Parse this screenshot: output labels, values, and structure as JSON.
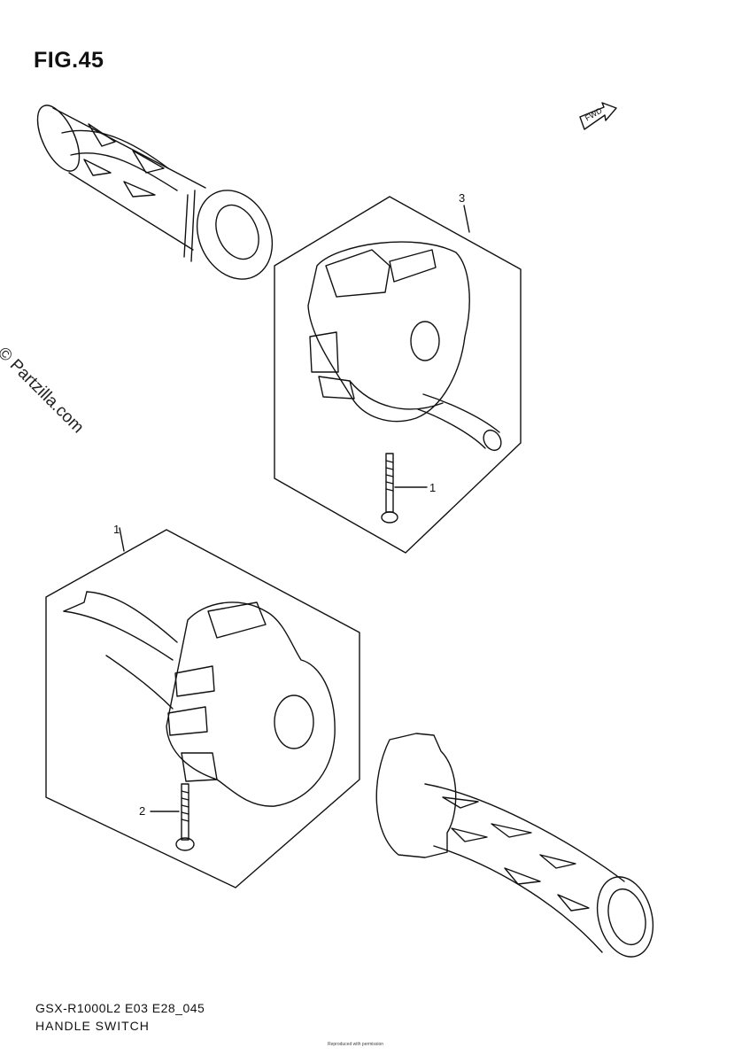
{
  "figure": {
    "title": "FIG.45",
    "code": "GSX-R1000L2 E03 E28_045",
    "name": "HANDLE SWITCH"
  },
  "watermark": "© Partzilla.com",
  "fine_print": "Reproduced with permission",
  "forward_badge": "FWD",
  "callouts": [
    {
      "id": "3",
      "label": "3"
    },
    {
      "id": "1a",
      "label": "1"
    },
    {
      "id": "1b",
      "label": "1"
    },
    {
      "id": "2",
      "label": "2"
    }
  ]
}
